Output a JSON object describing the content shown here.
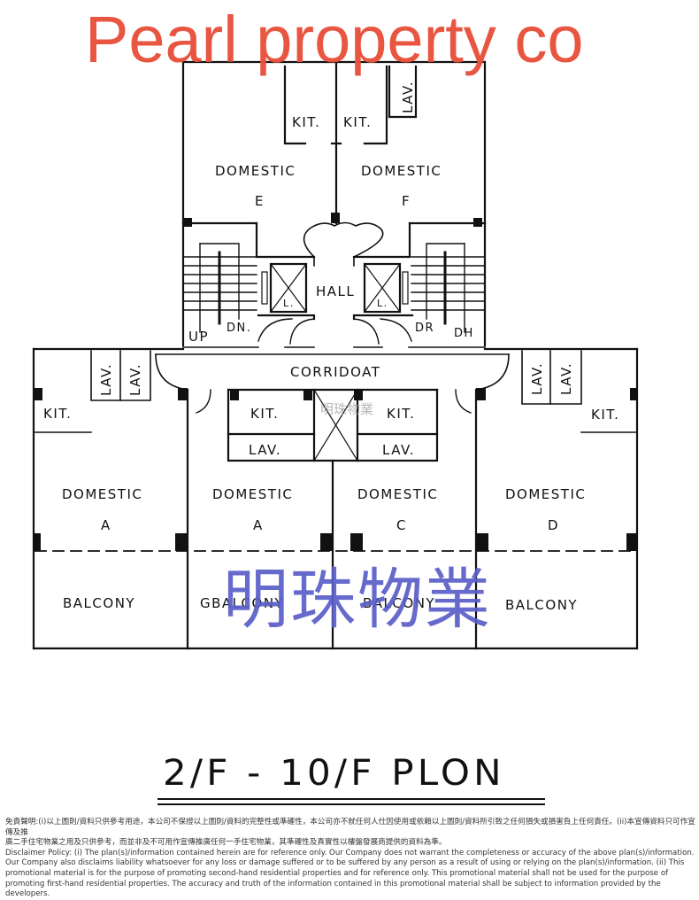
{
  "watermarks": {
    "brand_en": "Pearl property co",
    "brand_cn": "明珠物業",
    "brand_cn_small": "明珠物業",
    "brand_en_color": "#e8503a",
    "brand_cn_color": "#5a5ec8"
  },
  "plan": {
    "title": "2/F - 10/F  PLON",
    "rooms": {
      "domestic_e": {
        "label": "DOMESTIC",
        "unit": "E"
      },
      "domestic_f": {
        "label": "DOMESTIC",
        "unit": "F"
      },
      "domestic_a_left": {
        "label": "DOMESTIC",
        "unit": "A"
      },
      "domestic_a_mid": {
        "label": "DOMESTIC",
        "unit": "A"
      },
      "domestic_c": {
        "label": "DOMESTIC",
        "unit": "C"
      },
      "domestic_d": {
        "label": "DOMESTIC",
        "unit": "D"
      }
    },
    "labels": {
      "kit": "KIT.",
      "lav": "LAV.",
      "hall": "HALL",
      "corridor": "CORRIDOAT",
      "lift": "L.",
      "up": "UP",
      "dn_left": "DN.",
      "dn_right_1": "DR",
      "dn_right_2": "DH",
      "balcony": "BALCONY",
      "balcony_mid_a": "GBALCONY",
      "balcony_mid_c": "BALCONY"
    }
  },
  "disclaimer": {
    "zh_line1": "免責聲明:(i)以上圖則/資料只供參考用途，本公司不保證以上圖則/資料的完整性或準確性，本公司亦不就任何人仕因使用或依賴以上圖則/資料所引致之任何損失或損害負上任何責任。(ii)本宣傳資料只可作宣傳及推",
    "zh_line2": "廣二手住宅物業之用及只供參考，而並非及不可用作宣傳推廣任何一手住宅物業，其準確性及真實性以樓盤發展商提供的資料為準。",
    "en": "Disclaimer Policy: (i) The plan(s)/information contained herein are for reference only. Our Company does not warrant the completeness or accuracy of the above plan(s)/information. Our Company also disclaims liability whatsoever for any loss or damage suffered or to be suffered by any person as a result of using or relying on the plan(s)/information. (ii) This promotional material is for the purpose of promoting second-hand residential properties and for reference only. This promotional material shall not be used for the purpose of promoting first-hand residential properties. The accuracy and truth of the information contained in this promotional material shall be subject to information provided by the developers."
  }
}
